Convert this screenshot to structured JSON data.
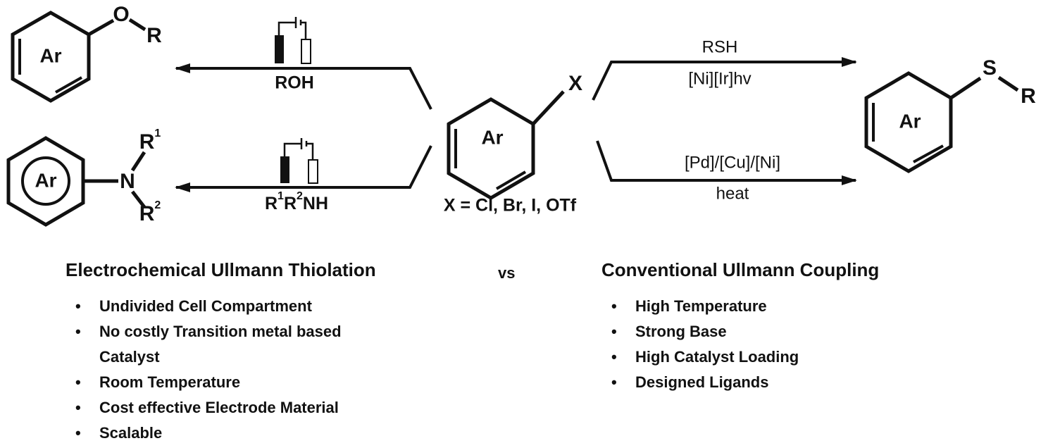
{
  "scheme": {
    "aryl_label": "Ar",
    "center_substituent": "X",
    "leaving_groups_note": "X = Cl, Br, I, OTf",
    "ether_atom_o": "O",
    "ether_r": "R",
    "amine_atom_n": "N",
    "amine_r1": "R",
    "amine_r1_sup": "1",
    "amine_r2": "R",
    "amine_r2_sup": "2",
    "thioether_atom_s": "S",
    "thioether_r": "R",
    "cond_roh": "ROH",
    "cond_amine": {
      "r1": "R",
      "s1": "1",
      "r2": "R",
      "s2": "2",
      "tail": "NH"
    },
    "cond_rsh": "RSH",
    "cond_photo": "[Ni][Ir]hv",
    "cond_metal": "[Pd]/[Cu]/[Ni]",
    "cond_heat": "heat"
  },
  "left_panel": {
    "title": "Electrochemical Ullmann Thiolation",
    "items": [
      "Undivided Cell Compartment",
      "No costly Transition metal based Catalyst",
      "Room Temperature",
      "Cost effective Electrode Material",
      "Scalable"
    ]
  },
  "vs_label": "vs",
  "right_panel": {
    "title": "Conventional Ullmann Coupling",
    "items": [
      "High Temperature",
      "Strong Base",
      "High Catalyst Loading",
      "Designed Ligands"
    ]
  }
}
